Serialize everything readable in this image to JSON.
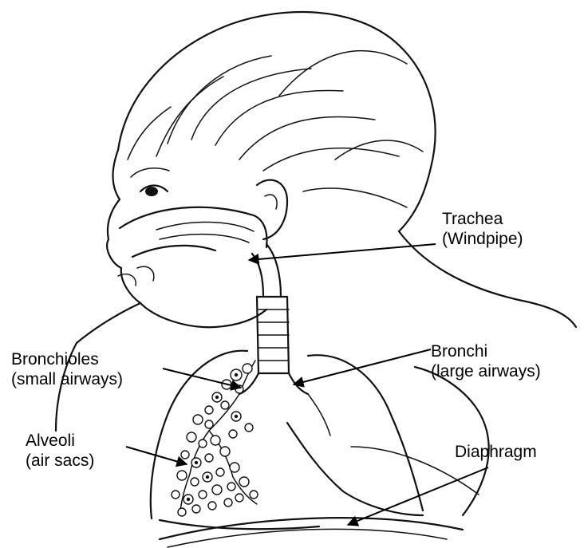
{
  "labels": {
    "trachea": {
      "line1": "Trachea",
      "line2": "(Windpipe)"
    },
    "bronchioles": {
      "line1": "Bronchioles",
      "line2": "(small airways)"
    },
    "bronchi": {
      "line1": "Bronchi",
      "line2": "(large airways)"
    },
    "alveoli": {
      "line1": "Alveoli",
      "line2": "(air sacs)"
    },
    "diaphragm": {
      "line1": "Diaphragm"
    }
  },
  "colors": {
    "ink": "#111111",
    "background": "#ffffff"
  }
}
